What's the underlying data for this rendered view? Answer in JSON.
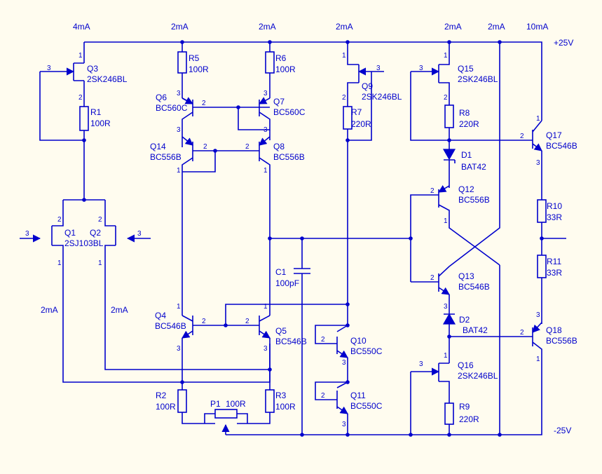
{
  "colors": {
    "background": "#fffcef",
    "ink": "#0000cc"
  },
  "rails": {
    "positive": "+25V",
    "negative": "-25V"
  },
  "currents": [
    "4mA",
    "2mA",
    "2mA",
    "2mA",
    "2mA",
    "2mA",
    "10mA",
    "2mA",
    "2mA"
  ],
  "components": [
    {
      "ref": "Q1",
      "value": "2SJ103BL"
    },
    {
      "ref": "Q2",
      "value": ""
    },
    {
      "ref": "Q3",
      "value": "2SK246BL"
    },
    {
      "ref": "Q4",
      "value": "BC546B"
    },
    {
      "ref": "Q5",
      "value": "BC546B"
    },
    {
      "ref": "Q6",
      "value": "BC560C"
    },
    {
      "ref": "Q7",
      "value": "BC560C"
    },
    {
      "ref": "Q8",
      "value": "BC556B"
    },
    {
      "ref": "Q9",
      "value": "2SK246BL"
    },
    {
      "ref": "Q10",
      "value": "BC550C"
    },
    {
      "ref": "Q11",
      "value": "BC550C"
    },
    {
      "ref": "Q12",
      "value": "BC556B"
    },
    {
      "ref": "Q13",
      "value": "BC546B"
    },
    {
      "ref": "Q14",
      "value": "BC556B"
    },
    {
      "ref": "Q15",
      "value": "2SK246BL"
    },
    {
      "ref": "Q16",
      "value": "2SK246BL"
    },
    {
      "ref": "Q17",
      "value": "BC546B"
    },
    {
      "ref": "Q18",
      "value": "BC556B"
    },
    {
      "ref": "R1",
      "value": "100R"
    },
    {
      "ref": "R2",
      "value": "100R"
    },
    {
      "ref": "R3",
      "value": "100R"
    },
    {
      "ref": "R5",
      "value": "100R"
    },
    {
      "ref": "R6",
      "value": "100R"
    },
    {
      "ref": "R7",
      "value": "220R"
    },
    {
      "ref": "R8",
      "value": "220R"
    },
    {
      "ref": "R9",
      "value": "220R"
    },
    {
      "ref": "R10",
      "value": "33R"
    },
    {
      "ref": "R11",
      "value": "33R"
    },
    {
      "ref": "P1",
      "value": "100R"
    },
    {
      "ref": "C1",
      "value": "100pF"
    },
    {
      "ref": "D1",
      "value": "BAT42"
    },
    {
      "ref": "D2",
      "value": "BAT42"
    }
  ],
  "pin_numbers": [
    "1",
    "2",
    "3"
  ]
}
